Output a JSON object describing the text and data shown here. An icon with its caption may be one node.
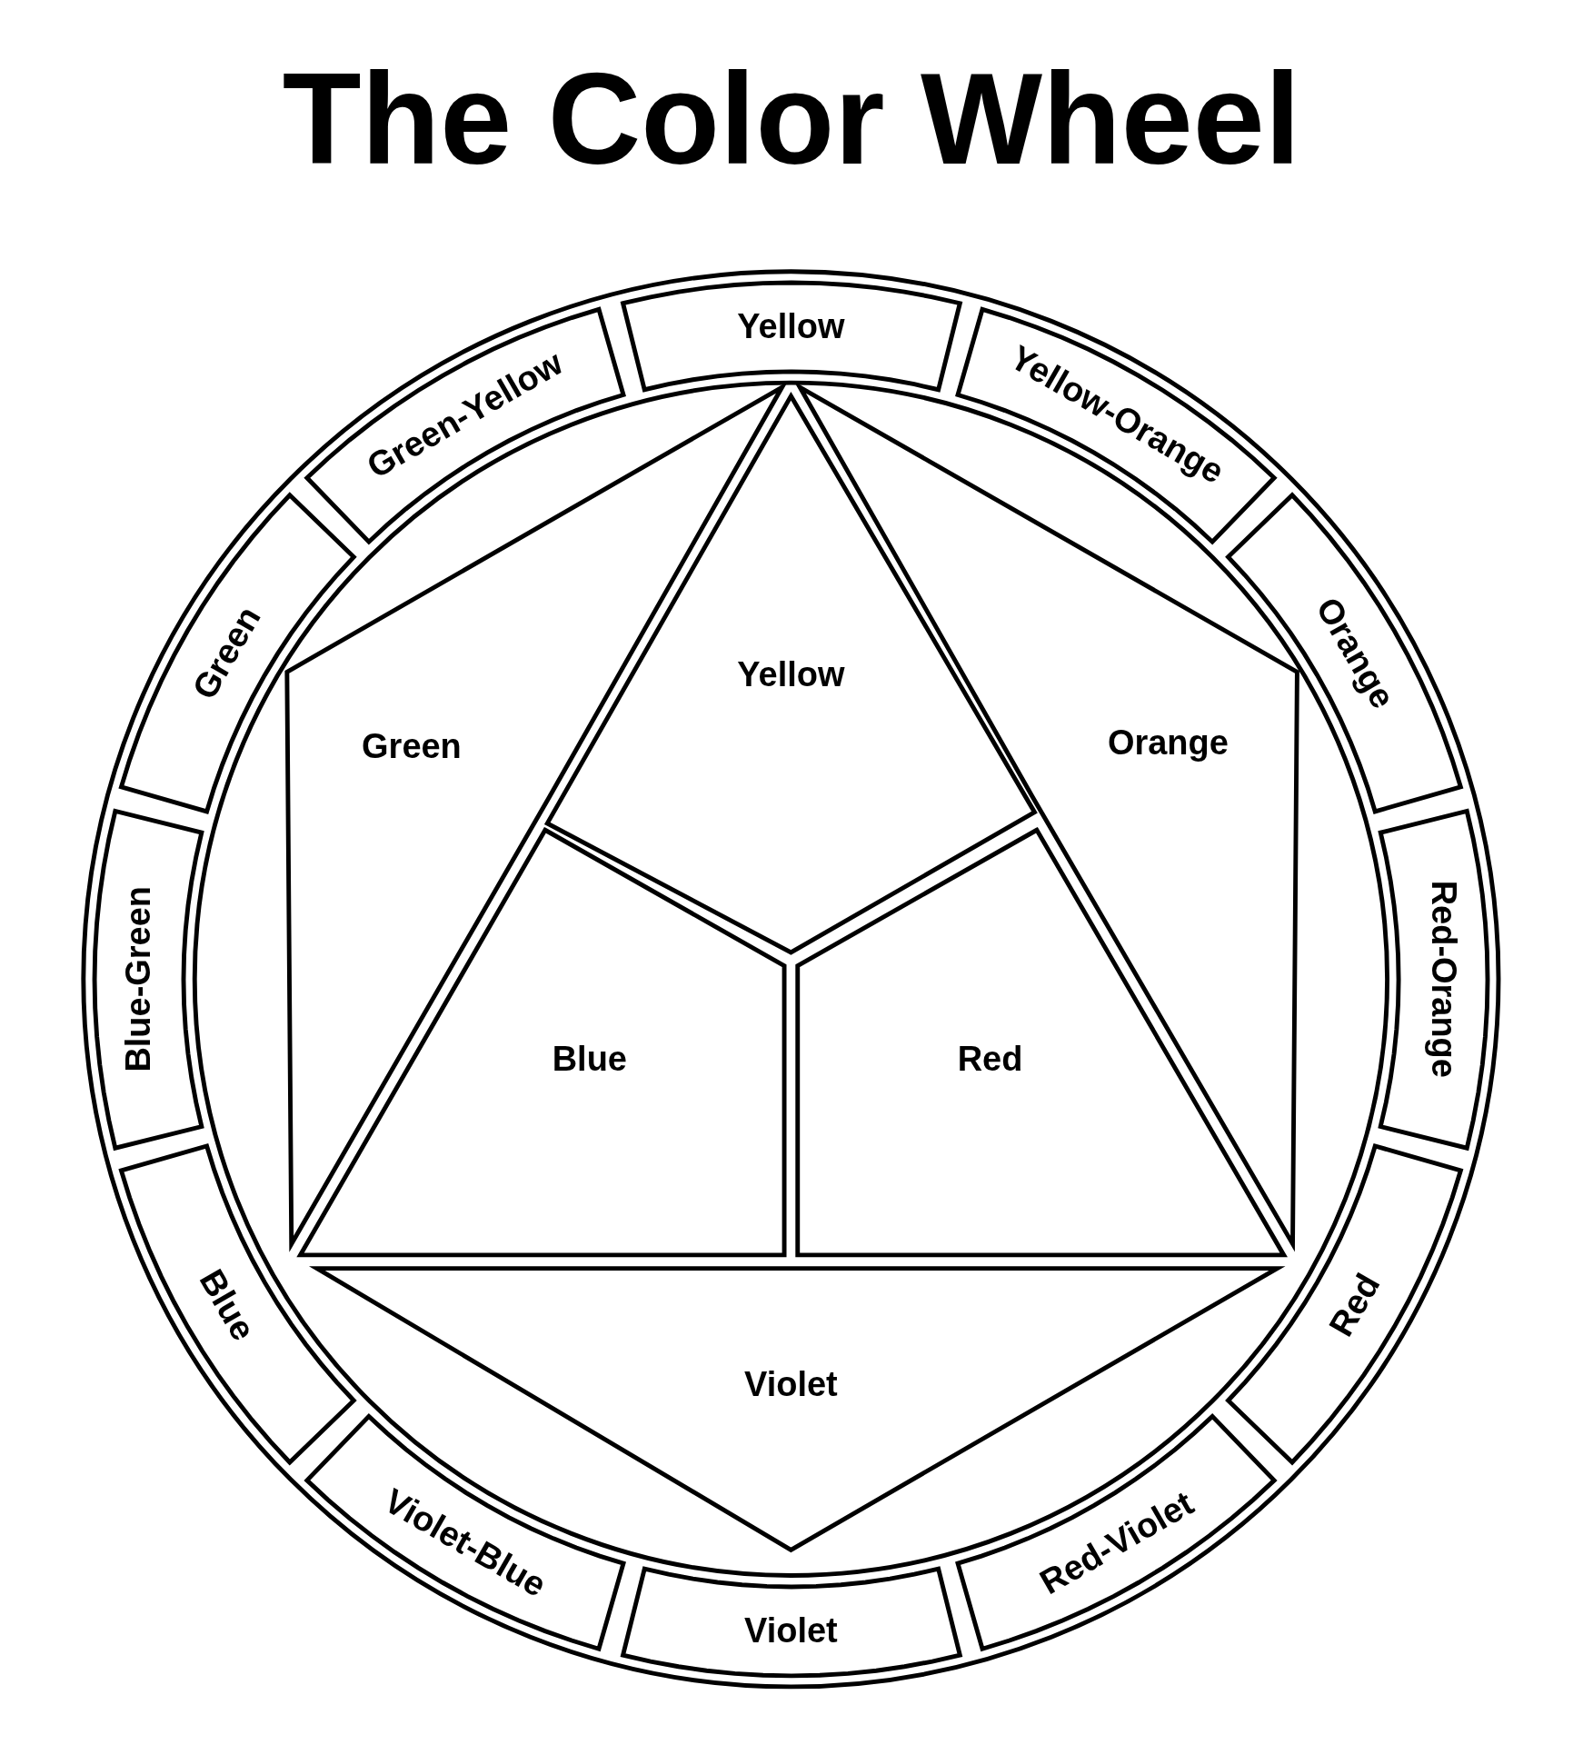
{
  "diagram": {
    "title": "The Color Wheel",
    "nodes": [
      {
        "text": [
          "Yellow"
        ]
      },
      {
        "text": [
          "Yellow-Orange"
        ]
      },
      {
        "text": [
          "Orange"
        ]
      },
      {
        "text": [
          "Red-Orange"
        ]
      },
      {
        "text": [
          "Red"
        ]
      },
      {
        "text": [
          "Red-Violet"
        ]
      },
      {
        "text": [
          "Violet"
        ]
      },
      {
        "text": [
          "Violet-Blue"
        ]
      },
      {
        "text": [
          "Blue"
        ]
      },
      {
        "text": [
          "Blue-Green"
        ]
      },
      {
        "text": [
          "Green"
        ]
      },
      {
        "text": [
          "Green-Yellow"
        ]
      },
      {
        "text": [
          "Yellow"
        ]
      },
      {
        "text": [
          "Green"
        ]
      },
      {
        "text": [
          "Orange"
        ]
      },
      {
        "text": [
          "Blue"
        ]
      },
      {
        "text": [
          "Red"
        ]
      },
      {
        "text": [
          "Violet"
        ]
      }
    ],
    "edges": []
  }
}
